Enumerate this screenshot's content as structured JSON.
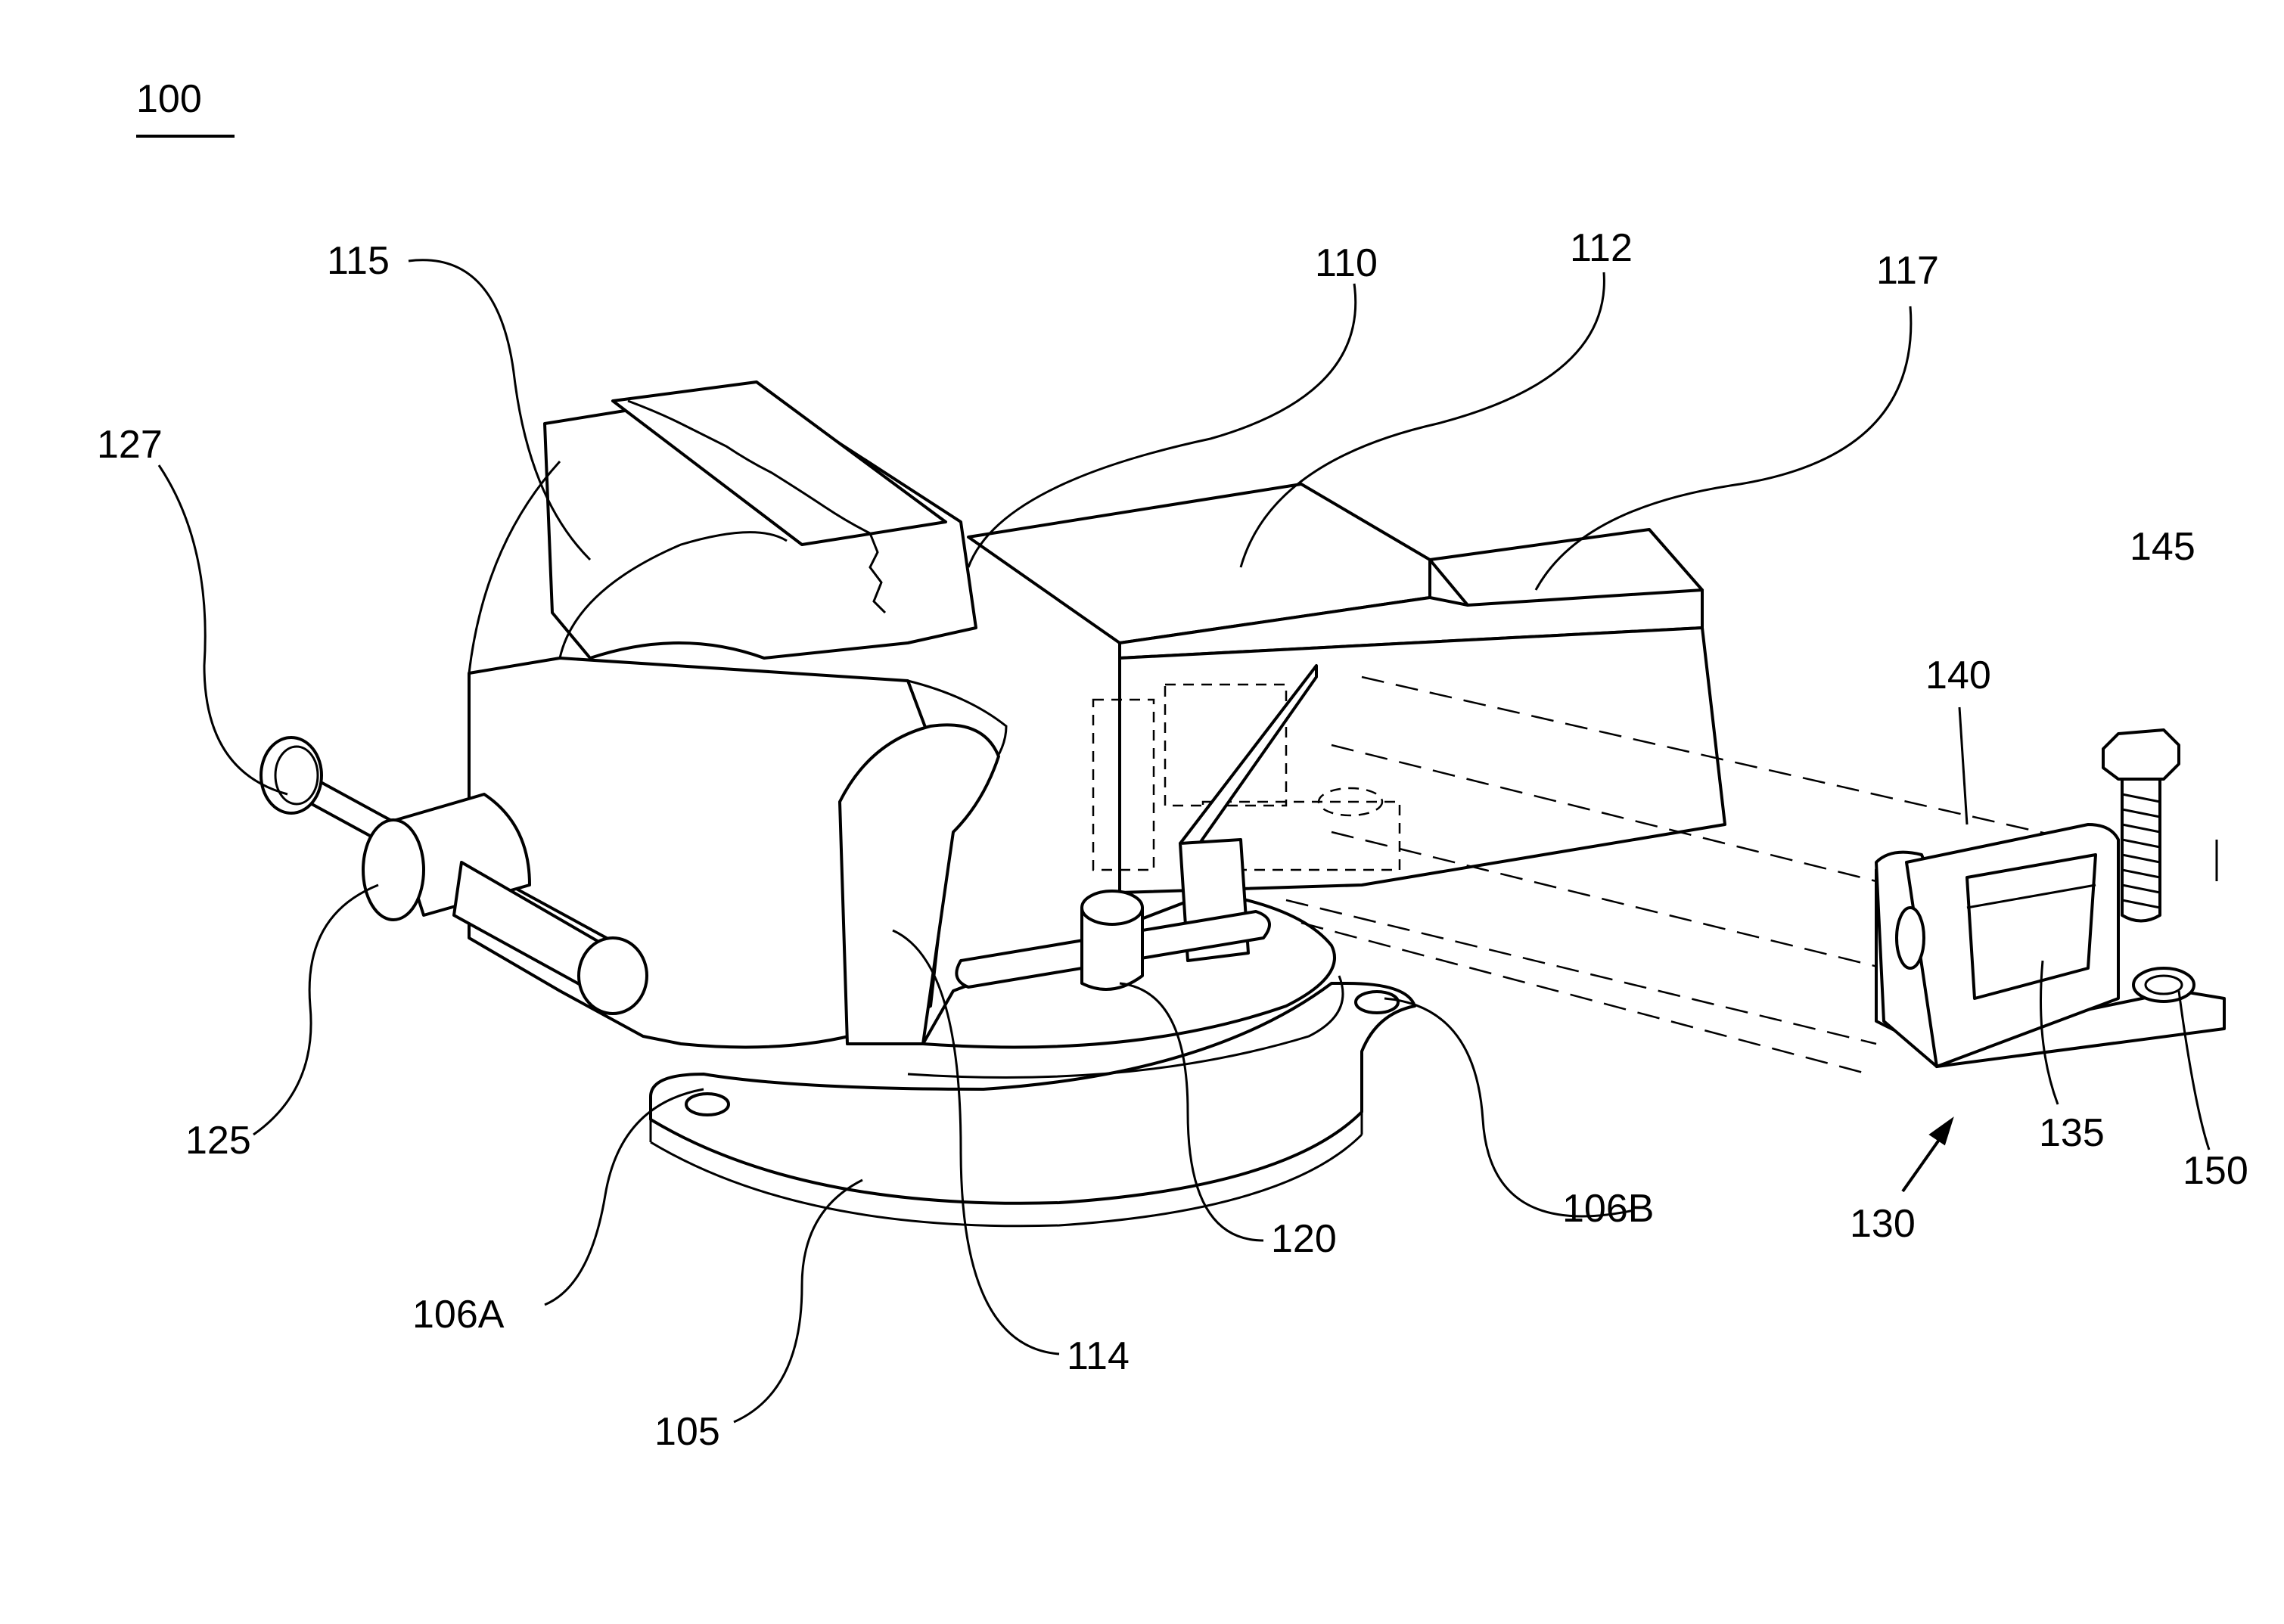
{
  "figure": {
    "number": "100",
    "labels": {
      "l105": "105",
      "l106A": "106A",
      "l106B": "106B",
      "l110": "110",
      "l112": "112",
      "l114": "114",
      "l115": "115",
      "l117": "117",
      "l120": "120",
      "l125": "125",
      "l127": "127",
      "l130": "130",
      "l135": "135",
      "l140": "140",
      "l145": "145",
      "l150": "150"
    }
  }
}
